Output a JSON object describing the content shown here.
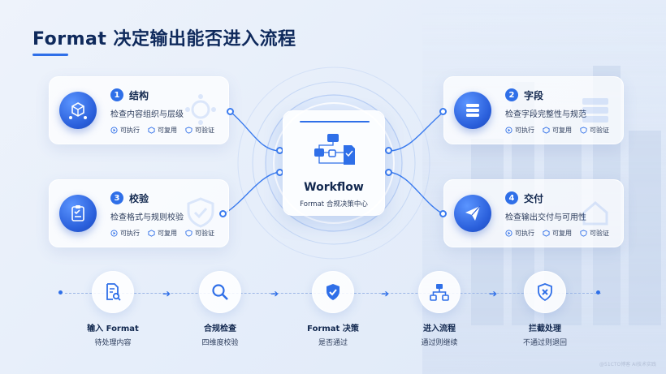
{
  "title": "Format 决定输出能否进入流程",
  "cards": [
    {
      "num": "1",
      "title": "结构",
      "desc": "检查内容组织与层级",
      "icon": "cube-network-icon"
    },
    {
      "num": "2",
      "title": "字段",
      "desc": "检查字段完整性与规范",
      "icon": "database-icon"
    },
    {
      "num": "3",
      "title": "校验",
      "desc": "检查格式与规则校验",
      "icon": "clipboard-check-icon"
    },
    {
      "num": "4",
      "title": "交付",
      "desc": "检查输出交付与可用性",
      "icon": "paper-plane-icon"
    }
  ],
  "tags": {
    "exec": "可执行",
    "reuse": "可复用",
    "verify": "可验证"
  },
  "center": {
    "title": "Workflow",
    "subtitle": "Format 合规决策中心"
  },
  "flow": [
    {
      "title": "输入 Format",
      "subtitle": "待处理内容",
      "icon": "document-search-icon"
    },
    {
      "title": "合规检查",
      "subtitle": "四维度校验",
      "icon": "magnifier-icon"
    },
    {
      "title": "Format 决策",
      "subtitle": "是否通过",
      "icon": "shield-check-icon"
    },
    {
      "title": "进入流程",
      "subtitle": "通过则继续",
      "icon": "workflow-tree-icon"
    },
    {
      "title": "拦截处理",
      "subtitle": "不通过则退回",
      "icon": "reject-x-icon"
    }
  ],
  "watermark": "@51CTO博客 AI技术实践",
  "colors": {
    "accent": "#2f6fe8",
    "title": "#0f2a5c"
  }
}
